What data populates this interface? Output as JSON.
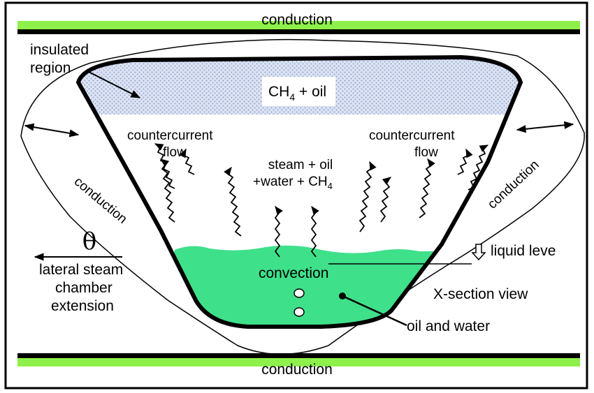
{
  "labels": {
    "conduction_top": "conduction",
    "conduction_bottom": "conduction",
    "conduction_left": "conduction",
    "conduction_right": "conduction",
    "insulated_line1": "insulated",
    "insulated_line2": "region",
    "ch4_oil_main": "CH",
    "ch4_oil_sub": "4",
    "ch4_oil_tail": " + oil",
    "countercurrent_left_1": "countercurrent",
    "countercurrent_left_2": "flow",
    "countercurrent_right_1": "countercurrent",
    "countercurrent_right_2": "flow",
    "steam_line1": "steam + oil",
    "steam_line2_main": "+water + CH",
    "steam_line2_sub": "4",
    "theta": "θ",
    "lateral_line1": "lateral steam",
    "lateral_line2": "chamber",
    "lateral_line3": "extension",
    "convection": "convection",
    "liquid_level": "liquid leve",
    "xsection": "X-section view",
    "oil_water": "oil and water"
  },
  "colors": {
    "conduction_band": "#8ef04a",
    "insulated_fill": "#c9d3ec",
    "liquid_fill": "#3fe08a",
    "outline": "#000000"
  }
}
